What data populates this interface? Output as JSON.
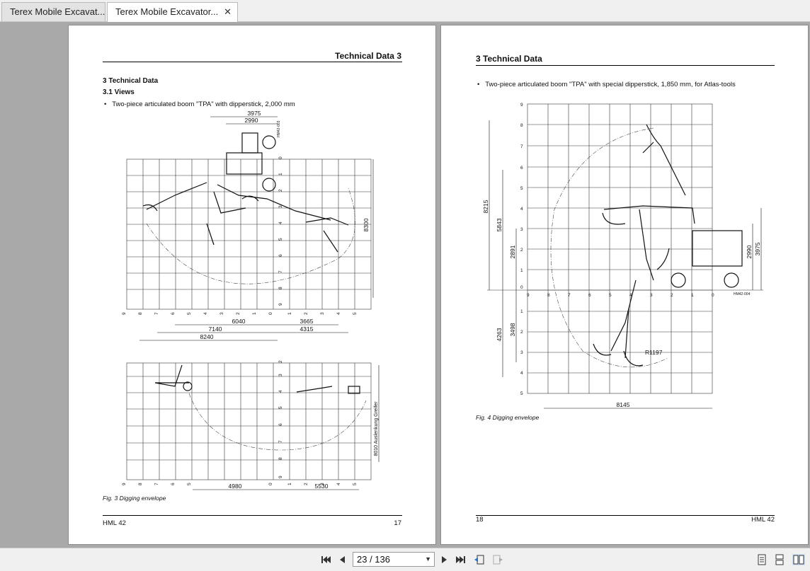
{
  "tabs": [
    {
      "label": "Terex Mobile Excavat..."
    },
    {
      "label": "Terex Mobile Excavator..."
    }
  ],
  "left_page": {
    "header_title": "Technical Data 3",
    "section": "3 Technical Data",
    "subsection": "3.1 Views",
    "bullet": "Two-piece articulated boom \"TPA\" with dipperstick, 2,000 mm",
    "figure_caption": "Fig. 3 Digging envelope",
    "footer_left": "HML 42",
    "footer_right": "17",
    "top_dims": {
      "d1": "3975",
      "d2": "2990",
      "code": "HM42-003",
      "right": "8300"
    },
    "bottom_dims": {
      "a": "6040",
      "b": "3665",
      "c": "7140",
      "d": "4315",
      "e": "8240"
    },
    "side_dims": {
      "right": "8010 Auslenkung Greifer",
      "a": "4980",
      "b": "5530"
    },
    "x_ticks": [
      "9",
      "8",
      "7",
      "6",
      "5",
      "4",
      "3",
      "2",
      "1",
      "0",
      "1",
      "2",
      "3",
      "4",
      "5"
    ],
    "y_ticks": [
      "0",
      "1",
      "2",
      "3",
      "4",
      "5",
      "6",
      "7",
      "8",
      "9"
    ],
    "y2_ticks": [
      "2",
      "3",
      "4",
      "5",
      "6",
      "7",
      "8",
      "9"
    ]
  },
  "right_page": {
    "header_title": "3 Technical Data",
    "bullet": "Two-piece articulated boom \"TPA\" with special dipperstick, 1,850 mm, for Atlas-tools",
    "figure_caption": "Fig. 4 Digging envelope",
    "footer_left": "18",
    "footer_right": "HML 42",
    "dims": {
      "v1": "8215",
      "v2": "5843",
      "v3": "2891",
      "v4": "4263",
      "v5": "3498",
      "r": "2990",
      "r2": "3975",
      "bottom": "8145",
      "radius": "R1197",
      "code": "HM42-004"
    },
    "y_ticks_up": [
      "9",
      "8",
      "7",
      "6",
      "5",
      "4",
      "3",
      "2",
      "1",
      "0"
    ],
    "y_ticks_down": [
      "1",
      "2",
      "3",
      "4",
      "5"
    ],
    "x_ticks": [
      "9",
      "8",
      "7",
      "6",
      "5",
      "4",
      "3",
      "2",
      "1",
      "0"
    ]
  },
  "toolbar": {
    "page_indicator": "23 / 136"
  }
}
